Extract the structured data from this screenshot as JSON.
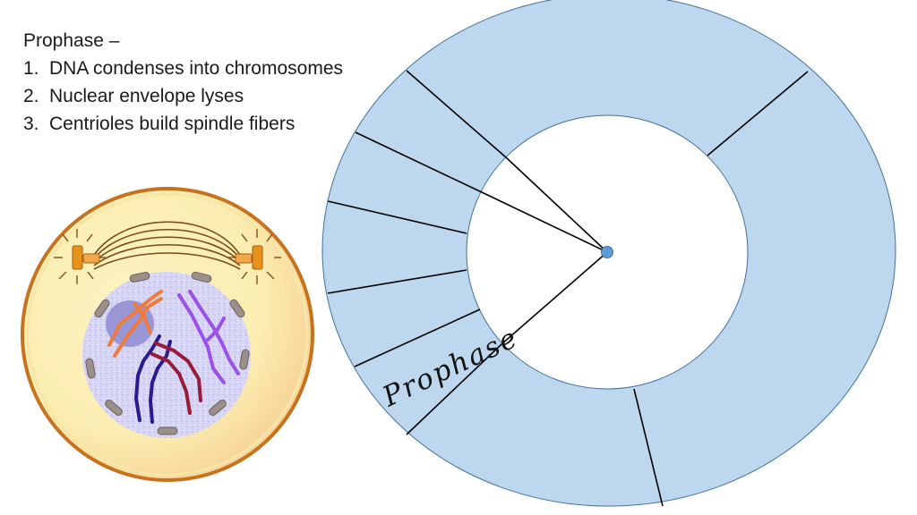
{
  "heading": "Prophase –",
  "steps": [
    {
      "number": "1.",
      "text": "DNA condenses into chromosomes"
    },
    {
      "number": "2.",
      "text": "Nuclear envelope lyses"
    },
    {
      "number": "3.",
      "text": "Centrioles build spindle fibers"
    }
  ],
  "ring_label": "Prophase",
  "colors": {
    "ring_fill": "#bdd7ee",
    "ring_stroke": "#41719c",
    "center_dot": "#5b9bd5",
    "cell_border": "#c8721e",
    "cytoplasm": "#fbefb3",
    "nucleus": "#d4d2f4",
    "centriole": "#e8911c",
    "chromosome_orange": "#f07a3a",
    "chromosome_purple": "#9b50e8",
    "chromosome_navy": "#2d1a8e",
    "chromosome_maroon": "#981b3a"
  }
}
